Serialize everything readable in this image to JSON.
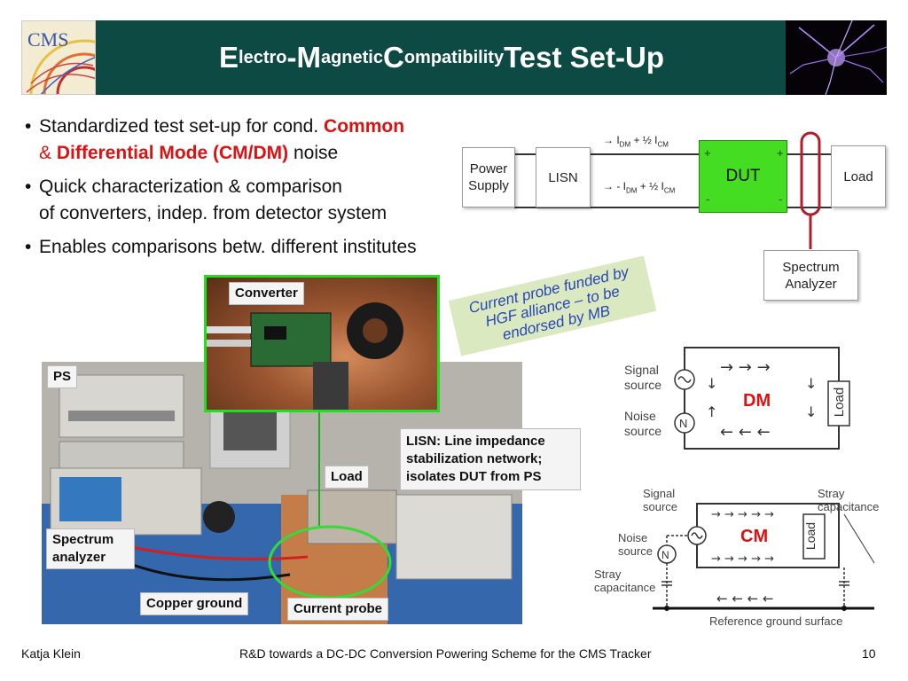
{
  "header": {
    "logo_text": "CMS",
    "title_parts": [
      {
        "text": "E",
        "size": "big"
      },
      {
        "text": "lectro",
        "size": "small"
      },
      {
        "text": "-M",
        "size": "big"
      },
      {
        "text": "agnetic ",
        "size": "small"
      },
      {
        "text": "C",
        "size": "big"
      },
      {
        "text": "ompatibility ",
        "size": "small"
      },
      {
        "text": "Test Set-Up",
        "size": "big"
      }
    ]
  },
  "bullets": {
    "dot": "•",
    "b1_text1": "Standardized test set-up for cond. ",
    "b1_red1": "Common",
    "b1_amp": "& ",
    "b1_red2": "Differential Mode (CM/DM)",
    "b1_text2": " noise",
    "b2_line1": "Quick characterization & comparison",
    "b2_line2": "of converters, indep. from detector system",
    "b3": "Enables comparisons betw. different institutes"
  },
  "circuit": {
    "power_supply": "Power Supply",
    "lisn": "LISN",
    "dut": "DUT",
    "load": "Load",
    "spectrum_analyzer": "Spectrum Analyzer",
    "upper_current": "→   I",
    "upper_sub1": "DM",
    "upper_mid": " + ½ I",
    "upper_sub2": "CM",
    "lower_current": "→ - I",
    "lower_sub1": "DM",
    "lower_mid": " + ½ I",
    "lower_sub2": "CM",
    "plus": "+",
    "minus": "-"
  },
  "note": {
    "text": "Current probe funded by HGF alliance – to be endorsed by MB"
  },
  "photo_labels": {
    "converter": "Converter",
    "ps": "PS",
    "lisn_desc": "LISN: Line impedance stabilization network; isolates DUT from PS",
    "load": "Load",
    "spectrum_analyzer": "Spectrum analyzer",
    "copper_ground": "Copper ground",
    "current_probe": "Current probe"
  },
  "dm_schematic": {
    "signal_source": "Signal source",
    "noise_source": "Noise source",
    "mode": "DM",
    "load": "Load"
  },
  "cm_schematic": {
    "signal_source": "Signal source",
    "noise_source": "Noise source",
    "stray_capacitance_top": "Stray capacitance",
    "stray_capacitance_bottom": "Stray capacitance",
    "mode": "CM",
    "load": "Load",
    "ground": "Reference ground surface"
  },
  "footer": {
    "author": "Katja Klein",
    "talk_title": "R&D towards a DC-DC Conversion Powering Scheme for the CMS Tracker",
    "page": "10"
  },
  "colors": {
    "header_bg": "#0d4a44",
    "accent_red": "#dd1111",
    "dut_green": "#44dd22",
    "note_bg": "#dbe9c0",
    "note_text": "#2646b5"
  }
}
